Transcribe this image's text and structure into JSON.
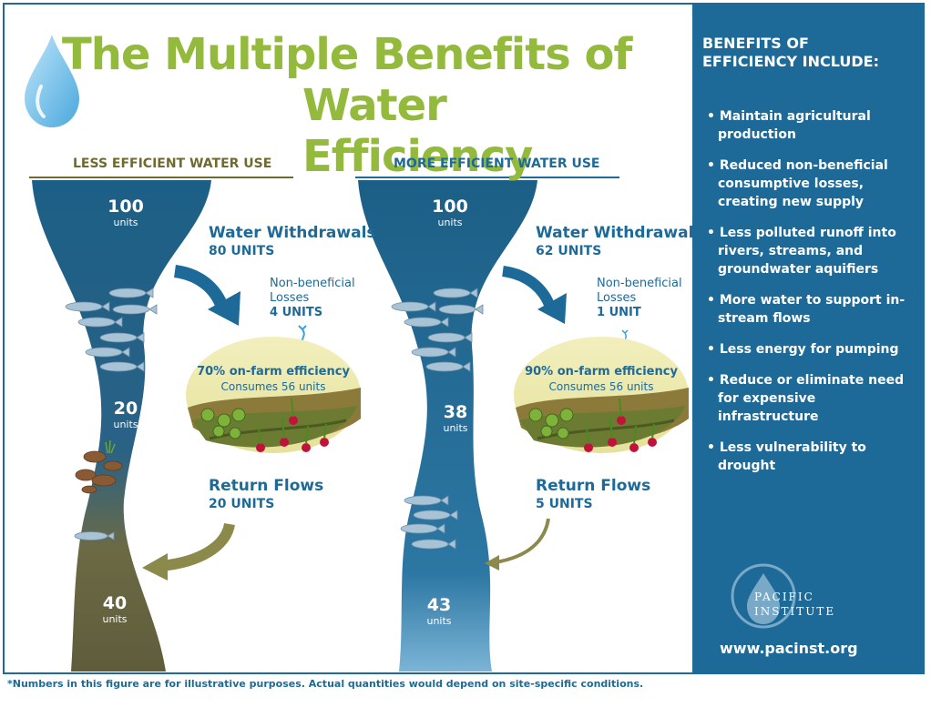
{
  "title": {
    "line1": "The Multiple Benefits of",
    "line2": "Water Efficiency"
  },
  "colors": {
    "title_green": "#93ba3c",
    "brand_blue": "#1d6a98",
    "olive_heading": "#6f6a2f",
    "water_blue": "#1c5f86",
    "muddy_brown": "#6b6a45"
  },
  "less_efficient": {
    "heading": "LESS EFFICIENT WATER USE",
    "top_value": "100",
    "top_unit": "units",
    "mid_value": "20",
    "mid_unit": "units",
    "bottom_value": "40",
    "bottom_unit": "units",
    "withdrawals_title": "Water Withdrawals",
    "withdrawals_value": "80 UNITS",
    "losses_line1": "Non-beneficial",
    "losses_line2": "Losses",
    "losses_value": "4 UNITS",
    "efficiency_title": "70% on-farm efficiency",
    "efficiency_sub": "Consumes 56 units",
    "return_title": "Return Flows",
    "return_value": "20 UNITS"
  },
  "more_efficient": {
    "heading": "MORE EFFICIENT WATER USE",
    "top_value": "100",
    "top_unit": "units",
    "mid_value": "38",
    "mid_unit": "units",
    "bottom_value": "43",
    "bottom_unit": "units",
    "withdrawals_title": "Water Withdrawals",
    "withdrawals_value": "62 UNITS",
    "losses_line1": "Non-beneficial",
    "losses_line2": "Losses",
    "losses_value": "1 UNIT",
    "efficiency_title": "90% on-farm efficiency",
    "efficiency_sub": "Consumes 56 units",
    "return_title": "Return Flows",
    "return_value": "5 UNITS"
  },
  "benefits": {
    "title_line1": "BENEFITS OF",
    "title_line2": "EFFICIENCY INCLUDE:",
    "items": [
      "Maintain agricultural production",
      "Reduced non-beneficial consumptive losses, creating new supply",
      "Less polluted runoff into rivers, streams, and groundwater aquifiers",
      "More water to support in-stream flows",
      "Less energy for pumping",
      "Reduce or eliminate need for expensive infrastructure",
      "Less vulnerability to drought"
    ]
  },
  "org": {
    "name_line1": "PACIFIC",
    "name_line2": "INSTITUTE",
    "url": "www.pacinst.org"
  },
  "footnote": "*Numbers in this figure are for illustrative purposes. Actual quantities would depend on site-specific conditions."
}
